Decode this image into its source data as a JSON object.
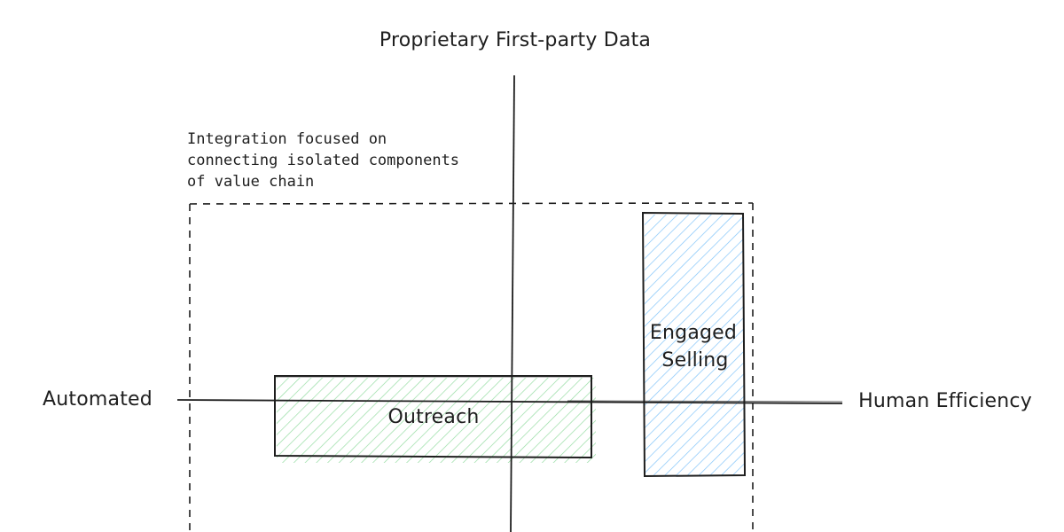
{
  "axes": {
    "top_label": "Proprietary First-party Data",
    "left_label": "Automated",
    "right_label": "Human Efficiency"
  },
  "note": {
    "lines": [
      "Integration focused on",
      "connecting isolated components",
      "of value chain"
    ]
  },
  "boxes": {
    "outreach": {
      "label": "Outreach",
      "fill_color": "#b2f2bb",
      "hatch_color": "#40c057"
    },
    "engaged_selling": {
      "label_line1": "Engaged",
      "label_line2": "Selling",
      "fill_color": "#a5d8ff",
      "hatch_color": "#4dabf7"
    }
  },
  "colors": {
    "stroke": "#1e1e1e",
    "background": "#ffffff"
  }
}
